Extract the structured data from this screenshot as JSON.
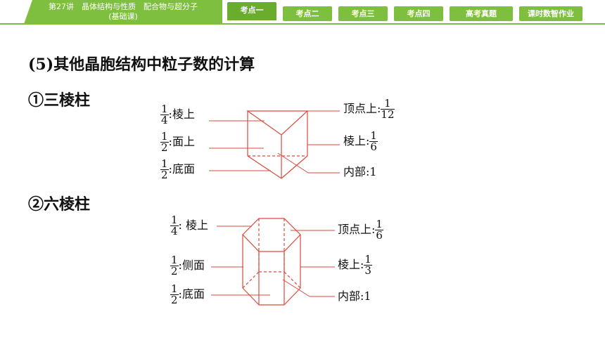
{
  "header": {
    "lesson_title_line1": "第27讲　晶体结构与性质　配合物与超分子",
    "lesson_title_line2": "(基础课)",
    "tabs": [
      {
        "label": "考点一",
        "active": true
      },
      {
        "label": "考点二",
        "active": false
      },
      {
        "label": "考点三",
        "active": false
      },
      {
        "label": "考点四",
        "active": false
      },
      {
        "label": "高考真题",
        "active": false
      },
      {
        "label": "课时数智作业",
        "active": false
      }
    ],
    "accent_color": "#7fbf3f"
  },
  "content": {
    "heading": "(5)其他晶胞结构中粒子数的计算",
    "prism3": {
      "title": "①三棱柱",
      "labels": [
        {
          "num": "1",
          "den": "4",
          "text": ":棱上"
        },
        {
          "num": "1",
          "den": "2",
          "text": ":面上"
        },
        {
          "num": "1",
          "den": "2",
          "text": ":底面"
        },
        {
          "prefix": "顶点上:",
          "num": "1",
          "den": "12"
        },
        {
          "prefix": "棱上:",
          "num": "1",
          "den": "6"
        },
        {
          "prefix": "内部:1"
        }
      ]
    },
    "prism6": {
      "title": "②六棱柱",
      "labels": [
        {
          "num": "1",
          "den": "4",
          "text": ": 棱上"
        },
        {
          "num": "1",
          "den": "2",
          "text": ":侧面"
        },
        {
          "num": "1",
          "den": "2",
          "text": ":底面"
        },
        {
          "prefix": "顶点上:",
          "num": "1",
          "den": "6"
        },
        {
          "prefix": "棱上:",
          "num": "1",
          "den": "3"
        },
        {
          "prefix": "内部:1"
        }
      ]
    },
    "diagram_color": "#d94a3c"
  }
}
